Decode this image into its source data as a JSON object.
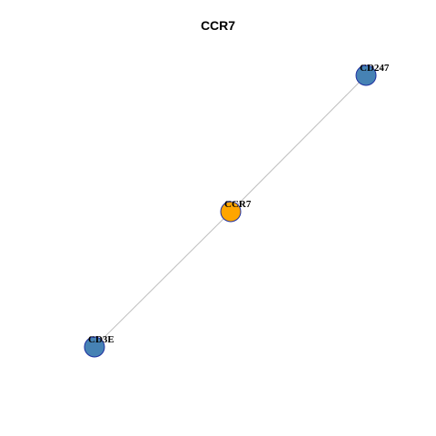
{
  "title": "CCR7",
  "colors": {
    "center_node": "#FFA500",
    "neighbor_node": "#4682B4",
    "node_border": "#1E2FA0",
    "edge": "#BEBEBE"
  },
  "nodes": [
    {
      "id": "CD247",
      "label": "CD247",
      "role": "neighbor"
    },
    {
      "id": "CCR7",
      "label": "CCR7",
      "role": "center"
    },
    {
      "id": "CD3E",
      "label": "CD3E",
      "role": "neighbor"
    }
  ],
  "edges": [
    {
      "source": "CCR7",
      "target": "CD247"
    },
    {
      "source": "CCR7",
      "target": "CD3E"
    }
  ]
}
